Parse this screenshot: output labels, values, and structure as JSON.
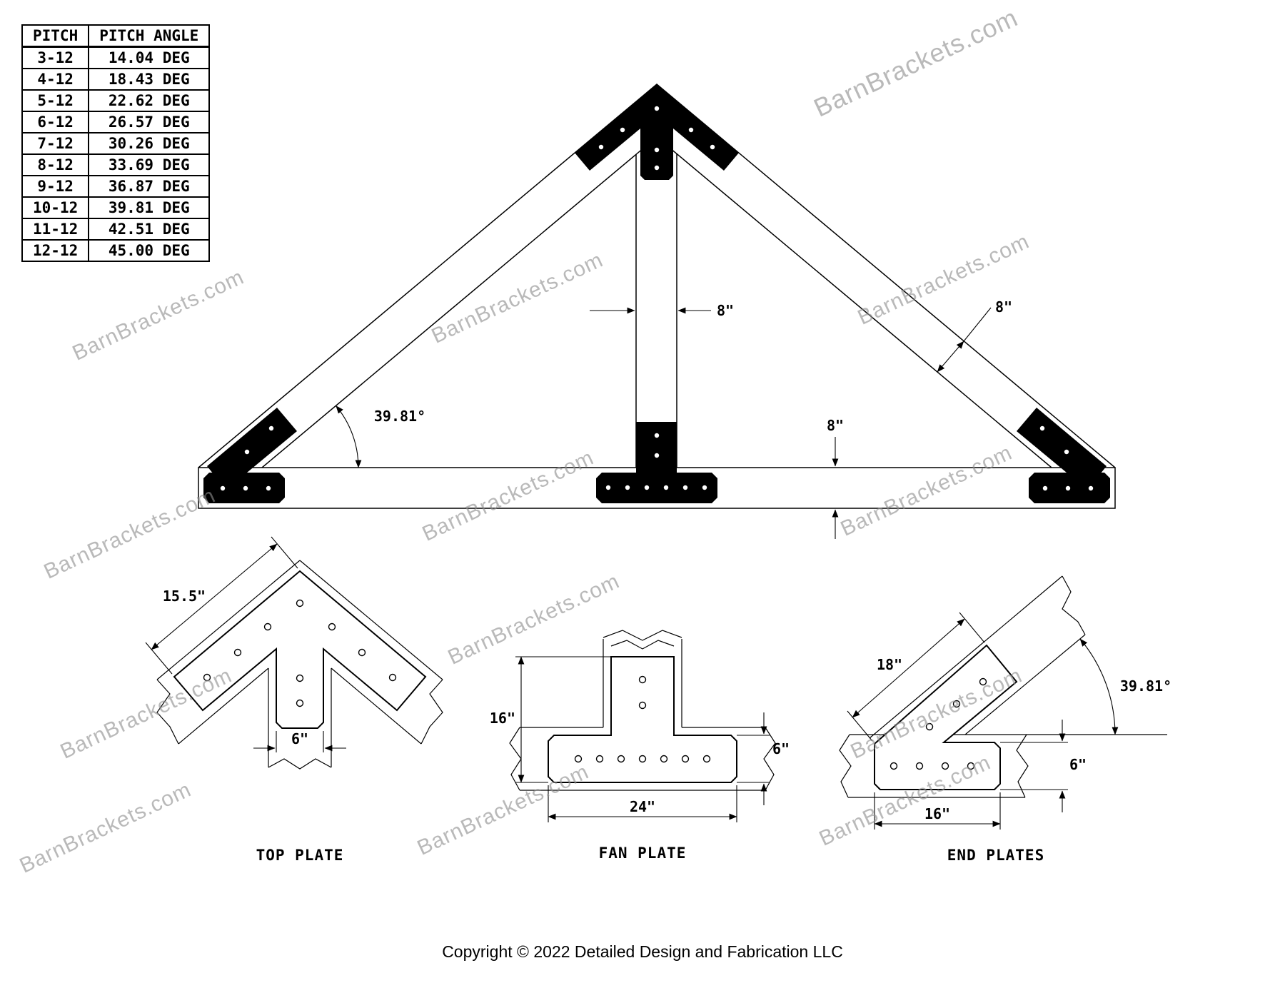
{
  "page": {
    "watermark": "BarnBrackets.com",
    "copyright": "Copyright © 2022 Detailed Design and Fabrication LLC"
  },
  "pitch_table": {
    "headers": {
      "pitch": "PITCH",
      "angle": "PITCH ANGLE"
    },
    "rows": [
      {
        "pitch": "3-12",
        "angle": "14.04 DEG"
      },
      {
        "pitch": "4-12",
        "angle": "18.43 DEG"
      },
      {
        "pitch": "5-12",
        "angle": "22.62 DEG"
      },
      {
        "pitch": "6-12",
        "angle": "26.57 DEG"
      },
      {
        "pitch": "7-12",
        "angle": "30.26 DEG"
      },
      {
        "pitch": "8-12",
        "angle": "33.69 DEG"
      },
      {
        "pitch": "9-12",
        "angle": "36.87 DEG"
      },
      {
        "pitch": "10-12",
        "angle": "39.81 DEG"
      },
      {
        "pitch": "11-12",
        "angle": "42.51 DEG"
      },
      {
        "pitch": "12-12",
        "angle": "45.00 DEG"
      }
    ]
  },
  "truss": {
    "king_post_width": "8\"",
    "rafter_depth": "8\"",
    "chord_depth": "8\"",
    "pitch_angle": "39.81°"
  },
  "details": {
    "top_plate": {
      "label": "TOP PLATE",
      "edge_length": "15.5\"",
      "stem_width": "6\""
    },
    "fan_plate": {
      "label": "FAN PLATE",
      "height": "16\"",
      "width": "24\"",
      "bar_height": "6\""
    },
    "end_plates": {
      "label": "END PLATES",
      "arm_length": "18\"",
      "angle": "39.81°",
      "bar_height": "6\"",
      "bar_width": "16\""
    }
  }
}
